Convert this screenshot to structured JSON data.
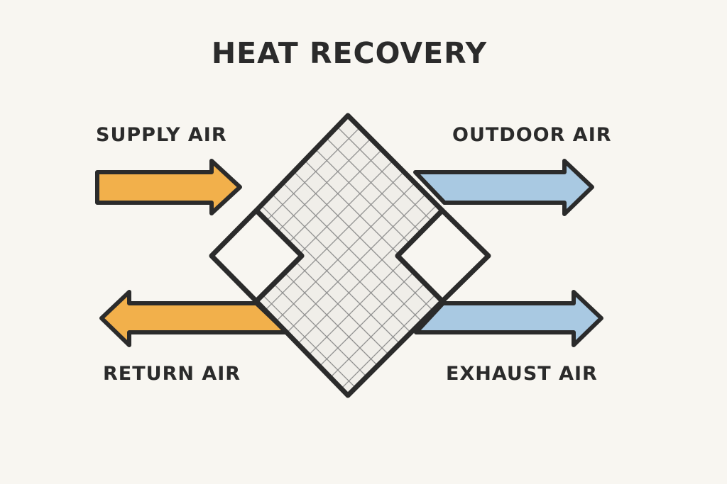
{
  "title": "HEAT RECOVERY",
  "labels": {
    "supply": "SUPPLY AIR",
    "outdoor": "OUTDOOR AIR",
    "return": "RETURN AIR",
    "exhaust": "EXHAUST AIR"
  },
  "colors": {
    "background": "#f8f6f1",
    "warm": "#f2b04b",
    "cool": "#a9c9e2",
    "outline": "#2b2b2b",
    "mesh": "#8a8a8a",
    "core_fill": "#f0eee9"
  },
  "icons": {
    "core": "heat-exchanger-core-icon",
    "arrow": "arrow-icon"
  }
}
